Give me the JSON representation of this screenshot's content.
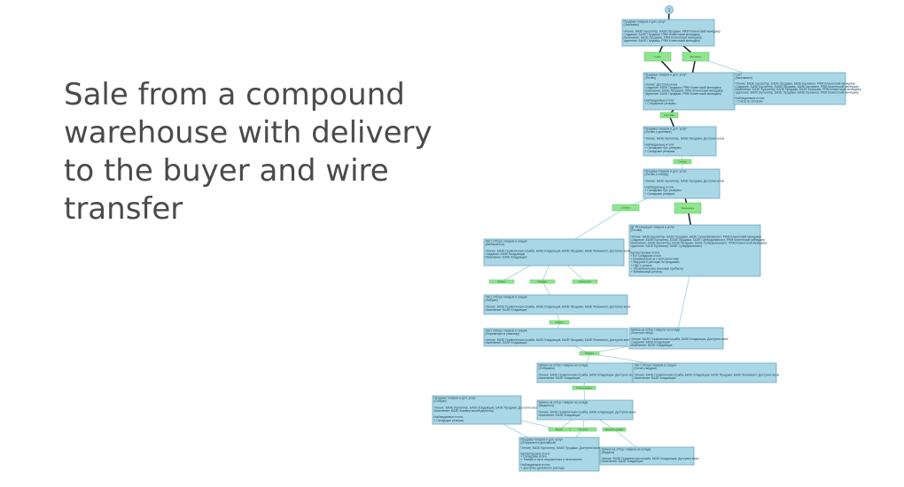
{
  "slide": {
    "title": "Sale from a compound warehouse with delivery to the buyer and wire transfer"
  },
  "diagram": {
    "start_label": "1",
    "nodes": [
      {
        "id": "n1",
        "lines": [
          "Продажа товаров и доп. услуг",
          "(Черновик)",
          "",
          "Чтение: БАЗЕ Бухгалтер, БАЗЕ Продажи, PRM Клиентский менеджер",
          "Создание: БАЗЕ Продажи, PRM Клиентский менеджер",
          "Изменение: БАЗЕ Продажи, PRM Клиентский менеджер",
          "Удаление: БАЗЕ Продажи, PRM Клиентский менеджер"
        ]
      },
      {
        "id": "n2",
        "lines": [
          "Продажа товаров и доп. услуг",
          "(Готово)",
          "",
          "Чтение: Доступно всем",
          "Создание: БАЗЕ Продажи, PRM Клиентский менеджер",
          "Изменение: БАЗЕ Продажи, PRM Клиентский менеджер",
          "Удаление: БАЗЕ Продажи, PRM Клиентский менеджер",
          "",
          "Наблюдаемые итоги:",
          "+ Собранные резервы"
        ]
      },
      {
        "id": "n3",
        "lines": [
          "Счет",
          "(Выставлен)",
          "",
          "Чтение: БАЗЕ Бухгалтер, БАЗЕ Продажи, БАЗЕ Казначеи, PRM Клиентский менеджер",
          "Создание: БАЗЕ Бухгалтер, БАЗЕ Продажи, БАЗЕ Казначеи, PRM Клиентский менеджер",
          "Изменение: БАЗЕ Бухгалтер, БАЗЕ Продажи, БАЗЕ Казначеи, PRM Клиентский менеджер",
          "Удаление: БАЗЕ Бухгалтер, БАЗЕ Продажи, БАЗЕ Казначеи, PRM Клиентский менеджер",
          "",
          "Наблюдаемые итоги:",
          "+ Счета по оплатам"
        ]
      },
      {
        "id": "n4",
        "lines": [
          "Продажа товаров и доп. услуг",
          "(Готово к доставке)",
          "",
          "Чтение: БАЗЕ Бухгалтер, БАЗЕ Продажи, Доступно всем",
          "",
          "Наблюдаемые итоги:",
          "+ Складские бух. резервы",
          "+ Складские резервы"
        ]
      },
      {
        "id": "n5",
        "lines": [
          "Продажа товаров и доп. услуг",
          "(Готово к отбору)",
          "",
          "Чтение: БАЗЕ Бухгалтер, БАЗЕ Продажи, Доступно всем",
          "",
          "Наблюдаемые итоги:",
          "+ Складские бух. резервы",
          "+ Складские резервы"
        ]
      },
      {
        "id": "n6",
        "lines": [
          "ДТ Реализация товаров и услуг",
          "(Готово)",
          "",
          "Чтение: БАЗЕ Бухгалтер, БАЗЕ Продажи, БАЗЕ Суперфинансист, PRM Клиентский менеджер",
          "Создание: БАЗЕ Бухгалтер, БАЗЕ Продажи, БАЗЕ Суперфинансист, PRM Клиентский менеджер",
          "Изменение: БАЗЕ Бухгалтер, БАЗЕ Продажи, БАЗЕ Суперфинансист, PRM Клиентский менеджер",
          "Удаление: БАЗЕ Бухгалтер, БАЗЕ Суперфинансист",
          "",
          "Бухгалтерские итоги:",
          "+ БУ Складские итоги",
          "+ Взаиморасчеты с контрагентами",
          "+ Выручка и расходы по продажам",
          "+ НДС к уплате",
          "+ Управленческие (валовая прибыль)",
          "+ Финансовый регистр"
        ]
      },
      {
        "id": "n7",
        "lines": [
          "Лист отбора товаров в секции",
          "(Выбирается)",
          "",
          "Чтение: БАЗЕ Герметичная служба, БАЗЕ Кладовщик, БАЗЕ Продажи, БАЗЕ Финансист, Доступно всем",
          "Создание: БАЗЕ Кладовщик",
          "Изменение: БАЗЕ Кладовщик"
        ]
      },
      {
        "id": "n8",
        "lines": [
          "Лист отбора товаров в секции",
          "(Набран)",
          "",
          "Чтение: БАЗЕ Герметичная служба, БАЗЕ Кладовщик, БАЗЕ Продажи, БАЗЕ Финансист, Доступно всем",
          "Изменение: БАЗЕ Кладовщик"
        ]
      },
      {
        "id": "n9",
        "lines": [
          "Лист отбора товаров в секции",
          "(Перемещен в упаковку)",
          "",
          "Чтение: БАЗЕ Герметичная служба, БАЗЕ Кладовщик, БАЗЕ Продажи, БАЗЕ Финансист, Доступно всем",
          "Изменение: БАЗЕ Кладовщик"
        ]
      },
      {
        "id": "n10",
        "lines": [
          "Заявка на отбор товаров на складе",
          "(Золотой отбор)",
          "",
          "Чтение: БАЗЕ Герметичная служба, БАЗЕ Кладовщик, Доступно всем",
          "Создание: БАЗЕ Кладовщик",
          "Изменение: БАЗЕ Кладовщик"
        ]
      },
      {
        "id": "n11",
        "lines": [
          "Заявка на отбор товаров на складе",
          "(Отбираем)",
          "",
          "Чтение: БАЗЕ Герметичная служба, БАЗЕ Кладовщик, Доступно всем",
          "Изменение: БАЗЕ Кладовщик"
        ]
      },
      {
        "id": "n12",
        "lines": [
          "Лист отбора товаров в секции",
          "(Готов к выдаче)",
          "",
          "Чтение: БАЗЕ Герметичная служба, БАЗЕ Кладовщик, БАЗЕ Продажи, БАЗЕ Финансист, Доступно всем",
          "Изменение: БАЗЕ Кладовщик"
        ]
      },
      {
        "id": "n13",
        "lines": [
          "Продажа товаров и доп. услуг",
          "(Собран)",
          "",
          "Чтение: БАЗЕ Бухгалтер, БАЗЕ Кладовщик, БАЗЕ Продажи, Доступно всем",
          "Изменение: БАЗЕ Коммерческий директор",
          "",
          "Наблюдаемые итоги:",
          "+ Складские резервы"
        ]
      },
      {
        "id": "n14",
        "lines": [
          "Заявка на отбор товаров на складе",
          "(Выдается)",
          "",
          "Чтение: БАЗЕ Герметичная служба, БАЗЕ Кладовщик, Доступно всем",
          "Изменение: БАЗЕ Кладовщик"
        ]
      },
      {
        "id": "n15",
        "lines": [
          "Продажа товаров и доп. услуг",
          "(Отгружается доставкой)",
          "",
          "Чтение: БАЗЕ Бухгалтер, БАЗЕ Продажи, Доступно всем",
          "",
          "Бухгалтерские итоги:",
          "+ Складские итоги",
          "+ Товары в пути отгруженные и неоплачено",
          "",
          "Наблюдаемые итоги:",
          "+ Доступно денежного расхода"
        ]
      },
      {
        "id": "n16",
        "lines": [
          "Заявка на отбор товаров на складе",
          "(Выдана)",
          "",
          "Чтение: БАЗЕ Герметичная служба, БАЗЕ Кладовщик, Доступно всем",
          "Изменение: БАЗЕ Кладовщик"
        ]
      }
    ],
    "transitions": [
      {
        "id": "t1",
        "label": "Готово"
      },
      {
        "id": "t2",
        "label": "Выставить"
      },
      {
        "id": "t3",
        "label": "К доставке"
      },
      {
        "id": "t4",
        "label": "К отбору"
      },
      {
        "id": "t5",
        "label": "Отобрать"
      },
      {
        "id": "t6",
        "label": "Реализовать"
      },
      {
        "id": "t7",
        "label": "Набрать"
      },
      {
        "id": "t8",
        "label": "Упаковать"
      },
      {
        "id": "t9",
        "label": "Переместить"
      },
      {
        "id": "t10",
        "label": "Собрать"
      },
      {
        "id": "t11",
        "label": "Отбирать"
      },
      {
        "id": "t12",
        "label": "Готово к выдаче"
      },
      {
        "id": "t13",
        "label": "Выдать"
      },
      {
        "id": "t14",
        "label": "Отгрузить"
      },
      {
        "id": "t15",
        "label": "Завершить выдачу"
      }
    ]
  }
}
